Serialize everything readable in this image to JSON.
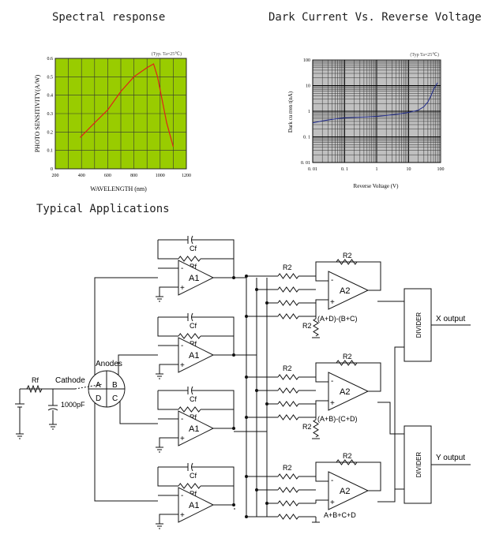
{
  "headings": {
    "spectral": "Spectral response",
    "dark": "Dark Current Vs. Reverse Voltage",
    "apps": "Typical Applications"
  },
  "chart_data": [
    {
      "type": "line",
      "note": "(Typ. Ta=25℃)",
      "xlabel": "WAVELENGTH (nm)",
      "ylabel": "PHOTO SENSITIVITY(A/W)",
      "xlim": [
        200,
        1200
      ],
      "ylim": [
        0,
        0.6
      ],
      "xticks": [
        "200",
        "400",
        "600",
        "800",
        "1000",
        "1200"
      ],
      "yticks": [
        "0",
        "0.1",
        "0.2",
        "0.3",
        "0.4",
        "0.5",
        "0.6"
      ],
      "x": [
        390,
        500,
        600,
        700,
        800,
        900,
        950,
        980,
        1050,
        1100
      ],
      "y": [
        0.17,
        0.25,
        0.32,
        0.42,
        0.5,
        0.55,
        0.57,
        0.5,
        0.25,
        0.12
      ],
      "background": "#99cc00",
      "line_color": "#e0201a",
      "grid": true
    },
    {
      "type": "line",
      "note": "(Typ Ta=25℃)",
      "xlabel": "Reverse Voltage (V)",
      "ylabel": "Dark cu rren t(nA)",
      "xscale": "log",
      "yscale": "log",
      "xlim": [
        0.01,
        100
      ],
      "ylim": [
        0.01,
        100
      ],
      "xticks": [
        "0. 01",
        "0. 1",
        "1",
        "10",
        "100"
      ],
      "yticks": [
        "100",
        "10",
        "1",
        "0. 1",
        "0. 01"
      ],
      "x": [
        0.01,
        0.02,
        0.05,
        0.1,
        0.2,
        0.5,
        1,
        2,
        5,
        10,
        20,
        30,
        40,
        50,
        60,
        80
      ],
      "y": [
        0.35,
        0.42,
        0.5,
        0.55,
        0.57,
        0.6,
        0.63,
        0.68,
        0.78,
        0.9,
        1.1,
        1.5,
        2.3,
        4,
        7,
        13
      ],
      "background": "#c0c0c0",
      "line_color": "#1f2a8c",
      "grid": true
    }
  ],
  "circuit": {
    "cathode": "Cathode",
    "anodes": "Anodes",
    "quadrants": [
      "A",
      "B",
      "D",
      "C"
    ],
    "cap": "1000pF",
    "rf": "Rf",
    "cf": "Cf",
    "r2": "R2",
    "a1": "A1",
    "a2": "A2",
    "f1": "(A+D)-(B+C)",
    "f2": "(A+B)-(C+D)",
    "f3": "A+B+C+D",
    "divider": "DIVIDER",
    "xout": "X output",
    "yout": "Y output"
  }
}
